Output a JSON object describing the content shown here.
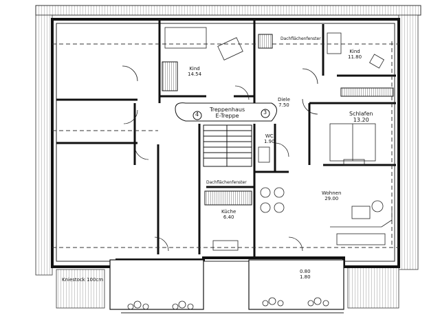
{
  "rooms": {
    "kind_left": {
      "name": "Kind",
      "area": "14.54"
    },
    "kind_right": {
      "name": "Kind",
      "area": "11.80"
    },
    "diele": {
      "name": "Diele",
      "area": "7.50"
    },
    "treppenhaus": {
      "name": "Treppenhaus",
      "sub": "E-Treppe"
    },
    "schlafen": {
      "name": "Schlafen",
      "area": "13.20"
    },
    "wc": {
      "name": "WC",
      "area": "1.90"
    },
    "wohnen": {
      "name": "Wohnen",
      "area": "29.00"
    },
    "kueche": {
      "name": "Küche",
      "area": "6.40"
    },
    "balkon": {
      "area": "0.80",
      "area2": "1.80"
    }
  },
  "notes": {
    "top_window": "Dachflächenfenster",
    "mid_window": "Dachflächenfenster",
    "scale": "Kniestock 100cm"
  },
  "markers": {
    "left": "4",
    "right": "3"
  }
}
